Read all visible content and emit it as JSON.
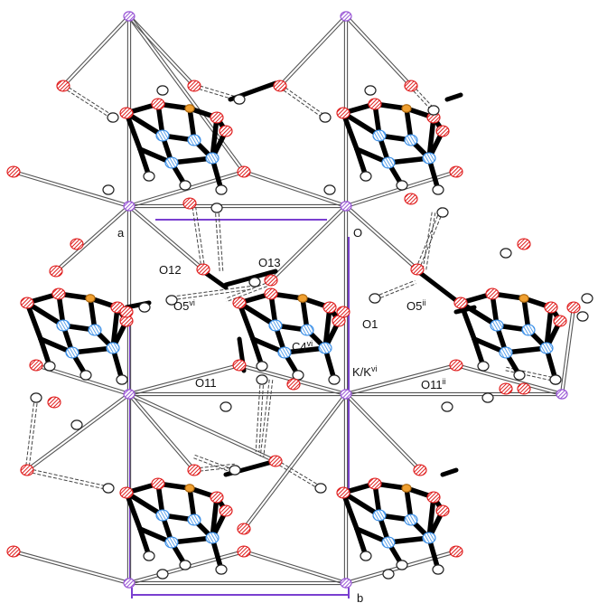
{
  "colors": {
    "background": "#ffffff",
    "bond_thick": "#000000",
    "bond_open": "#555555",
    "hbond": "#444444",
    "cell": "#7a3fd0",
    "potassium": "#9b59d6",
    "oxygen": "#e02020",
    "nitrogen": "#3a8fe8",
    "phosphorus": "#f0a030",
    "hydrogen": "#ffffff"
  },
  "labels": {
    "a": "a",
    "O": "O",
    "b": "b",
    "O12": "O12",
    "O13": "O13",
    "O5vi_base": "O5",
    "O5vi_sup": "vi",
    "O1": "O1",
    "O5ii_base": "O5",
    "O5ii_sup": "ii",
    "C4vi_base": "C4",
    "C4vi_sup": "vi",
    "O11": "O11",
    "K_base": "K/K",
    "K_sup": "vi",
    "O11ii_base": "O11",
    "O11ii_sup": "ii"
  }
}
